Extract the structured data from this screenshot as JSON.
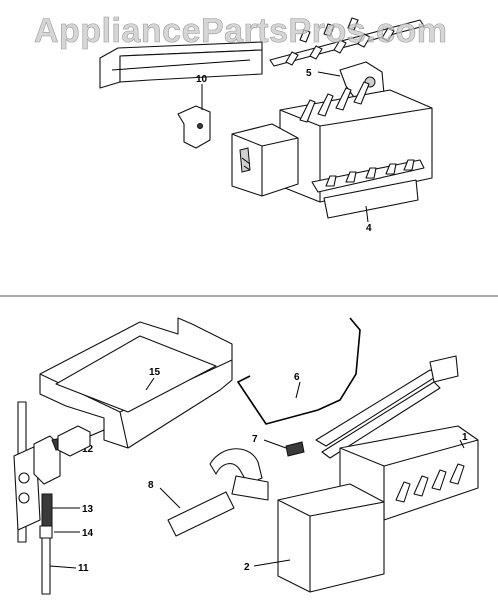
{
  "watermark": "AppliancePartsPros.com",
  "callouts": {
    "c1": "1",
    "c2": "2",
    "c4": "4",
    "c5": "5",
    "c6": "6",
    "c7": "7",
    "c8": "8",
    "c10": "10",
    "c11": "11",
    "c12": "12",
    "c13": "13",
    "c14": "14",
    "c15": "15"
  }
}
